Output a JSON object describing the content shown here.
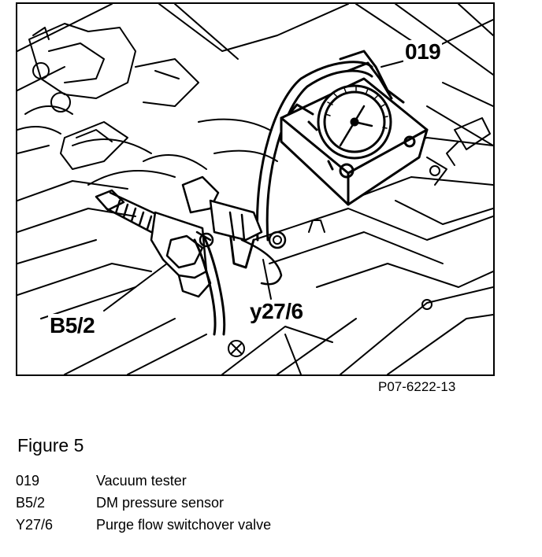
{
  "diagram": {
    "callouts": {
      "vacuum_tester": "019",
      "pressure_sensor": "B5/2",
      "switchover_valve": "y27/6"
    },
    "drawing_code": "P07-6222-13"
  },
  "caption": "Figure 5",
  "legend": [
    {
      "code": "019",
      "description": "Vacuum tester"
    },
    {
      "code": "B5/2",
      "description": "DM pressure sensor"
    },
    {
      "code": "Y27/6",
      "description": "Purge flow switchover valve"
    }
  ]
}
